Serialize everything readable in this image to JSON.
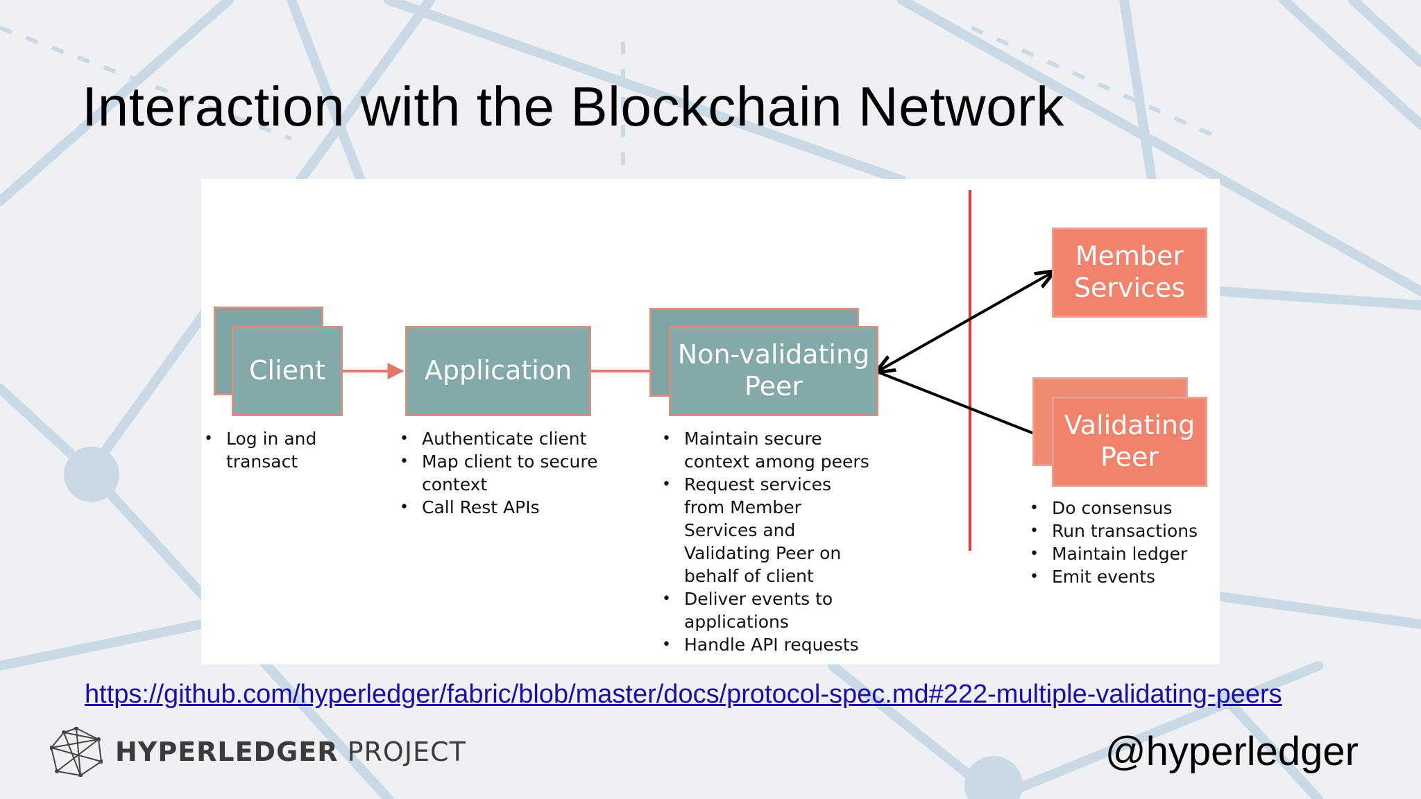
{
  "slide": {
    "title": "Interaction with the Blockchain Network",
    "link": "https://github.com/hyperledger/fabric/blob/master/docs/protocol-spec.md#222-multiple-validating-peers",
    "handle": "@hyperledger",
    "logo_bold": "HYPERLEDGER",
    "logo_regular": "PROJECT"
  },
  "diagram": {
    "nodes": {
      "client": {
        "label": "Client",
        "bullets": [
          "Log in and\ntransact"
        ]
      },
      "application": {
        "label": "Application",
        "bullets": [
          "Authenticate client",
          "Map client to secure\ncontext",
          "Call Rest APIs"
        ]
      },
      "nonvalidating": {
        "label": "Non-validating\nPeer",
        "bullets": [
          "Maintain secure\ncontext among peers",
          "Request services\nfrom Member\nServices and\nValidating Peer on\nbehalf of client",
          "Deliver events to\napplications",
          "Handle API requests"
        ]
      },
      "member": {
        "label": "Member\nServices"
      },
      "validating": {
        "label": "Validating\nPeer",
        "bullets": [
          "Do consensus",
          "Run transactions",
          "Maintain ledger",
          "Emit events"
        ]
      }
    },
    "colors": {
      "teal": "#84a9aa",
      "coral": "#f1826b",
      "arrow": "#e07a64",
      "divider": "#e53935"
    }
  }
}
